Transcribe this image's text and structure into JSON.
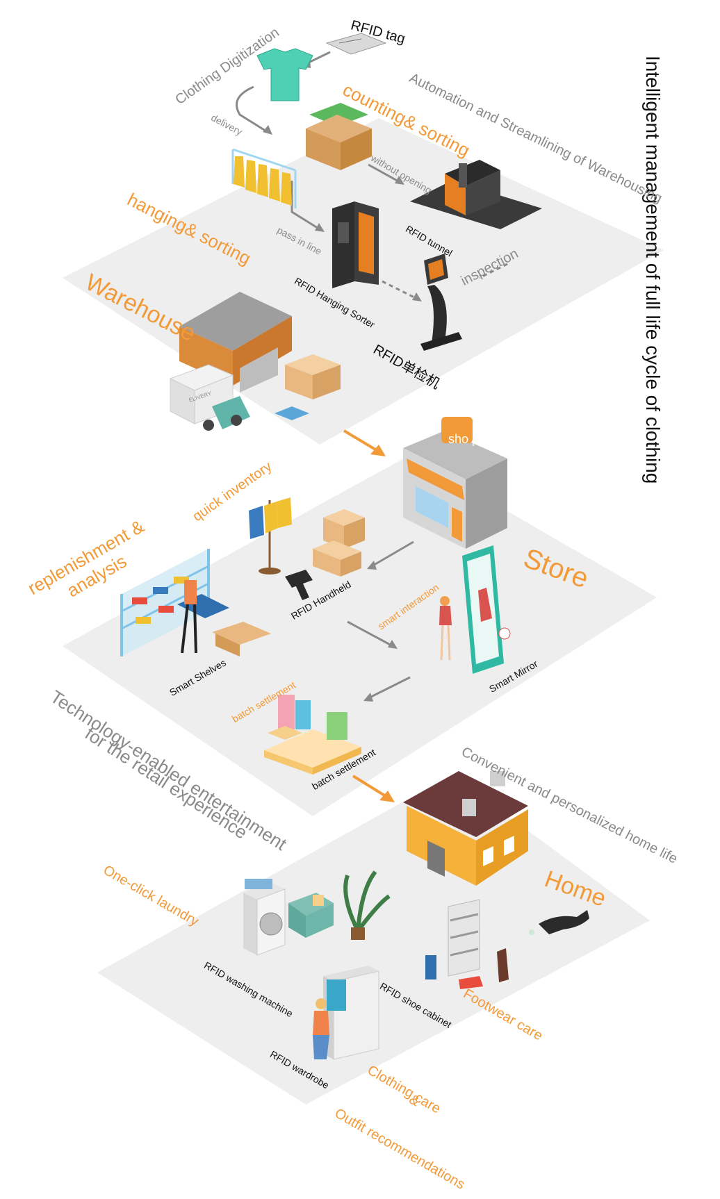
{
  "title": "Intelligent management of full life cycle of clothing",
  "colors": {
    "accent": "#f29a38",
    "grey_text": "#8a8a8a",
    "plane": "#eeeeee",
    "dark": "#2b2b2b"
  },
  "warehouse": {
    "heading": "Warehouse",
    "subtitle": "Automation and Streamlining of Warehousing",
    "rfid_tag": "RFID tag",
    "clothing_digitization": "Clothing Digitization",
    "delivery": "delivery",
    "counting_sorting": "counting& sorting",
    "without_opening": "without opening",
    "rfid_tunnel": "RFID tunnel",
    "hanging_sorting": "hanging& sorting",
    "pass_in_line": "pass in line",
    "rfid_hanging_sorter": "RFID Hanging Sorter",
    "inspection": "inspection",
    "rfid_checker": "RFID单检机",
    "truck_text": "ELIVERY"
  },
  "store": {
    "heading": "Store",
    "shop_sign": "sho p",
    "quick_inventory": "quick inventory",
    "replenishment": "replenishment & analysis",
    "rfid_handheld": "RFID Handheld",
    "smart_interaction": "smart interaction",
    "smart_mirror": "Smart Mirror",
    "smart_shelves": "Smart Shelves",
    "batch_settlement_top": "batch settlement",
    "batch_settlement": "batch settlement",
    "subtitle_line1": "Technology-enabled entertainment",
    "subtitle_line2": "for the retail experience"
  },
  "home": {
    "heading": "Home",
    "subtitle": "Convenient and personalized home life",
    "one_click_laundry": "One-click laundry",
    "rfid_washing_machine": "RFID washing machine",
    "rfid_shoe_cabinet": "RFID shoe cabinet",
    "footwear_care": "Footwear care",
    "rfid_wardrobe": "RFID wardrobe",
    "clothing_care": "Clothing care",
    "and": "&",
    "outfit": "Outfit recommendations"
  }
}
